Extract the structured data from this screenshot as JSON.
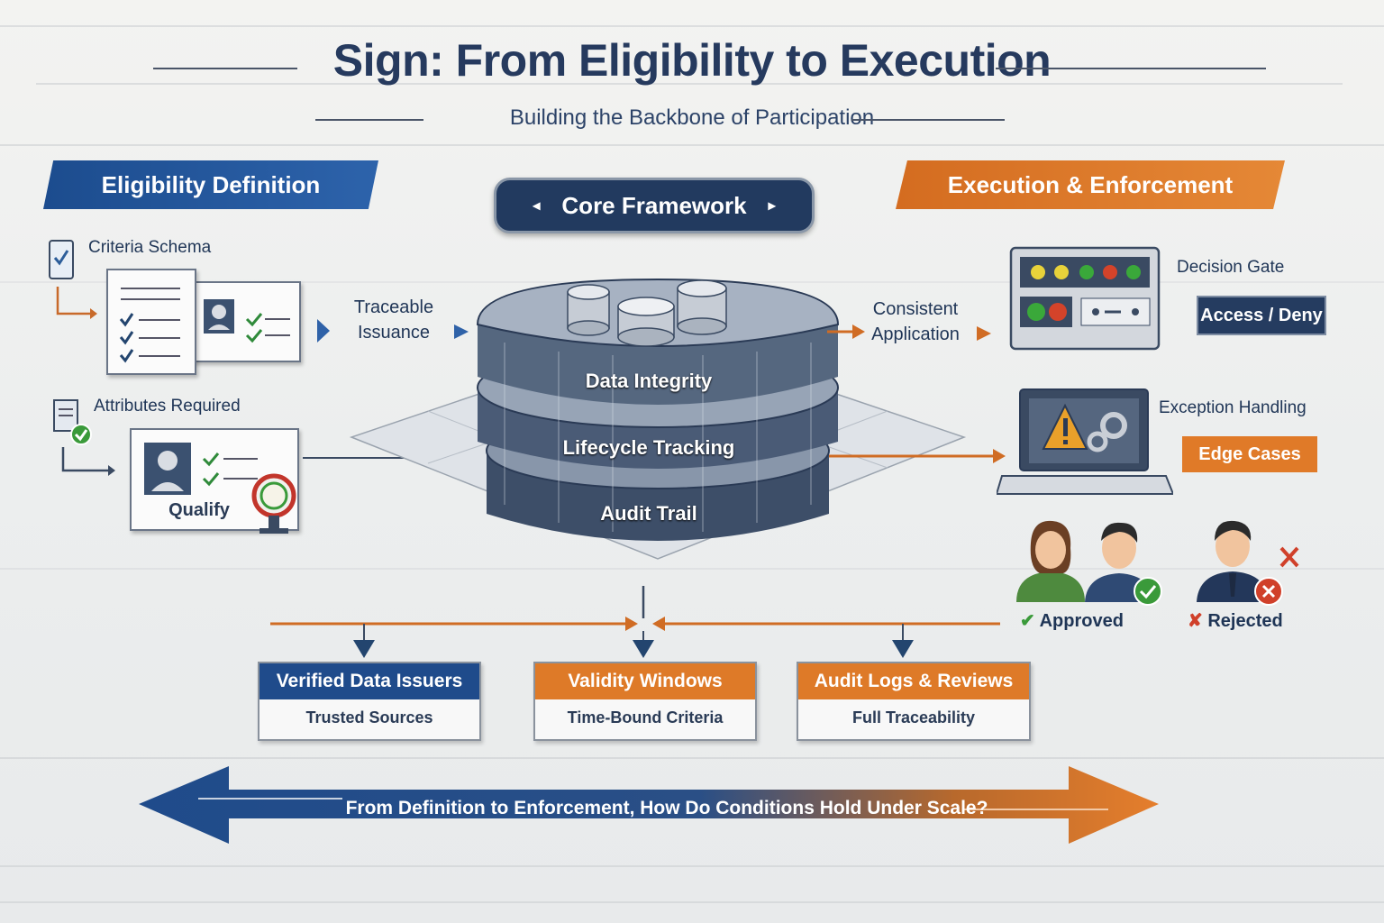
{
  "title": "Sign: From Eligibility to Execution",
  "subtitle": "Building the Backbone of Participation",
  "left": {
    "banner": "Eligibility Definition",
    "criteria_label": "Criteria Schema",
    "attributes_label": "Attributes Required",
    "qualify_label": "Qualify",
    "issuance_label_1": "Traceable",
    "issuance_label_2": "Issuance"
  },
  "center": {
    "pill": "Core Framework",
    "layers": [
      "Data Integrity",
      "Lifecycle Tracking",
      "Audit Trail"
    ]
  },
  "right": {
    "banner": "Execution & Enforcement",
    "application_label_1": "Consistent",
    "application_label_2": "Application",
    "decision_gate": "Decision Gate",
    "access_tag": "Access / Deny",
    "exception_label": "Exception Handling",
    "edge_tag": "Edge Cases",
    "approved": "Approved",
    "rejected": "Rejected"
  },
  "bottom_boxes": [
    {
      "head": "Verified Data Issuers",
      "sub": "Trusted Sources",
      "color": "#1f4b8b"
    },
    {
      "head": "Validity Windows",
      "sub": "Time-Bound Criteria",
      "color": "#de7a28"
    },
    {
      "head": "Audit Logs & Reviews",
      "sub": "Full Traceability",
      "color": "#de7a28"
    }
  ],
  "footer_arrow": "From Definition to Enforcement, How Do Conditions Hold Under Scale?",
  "colors": {
    "navy": "#1f3556",
    "blue": "#1f4b8b",
    "orange": "#de7a28",
    "green": "#3a9a3a",
    "red": "#d0402a"
  }
}
